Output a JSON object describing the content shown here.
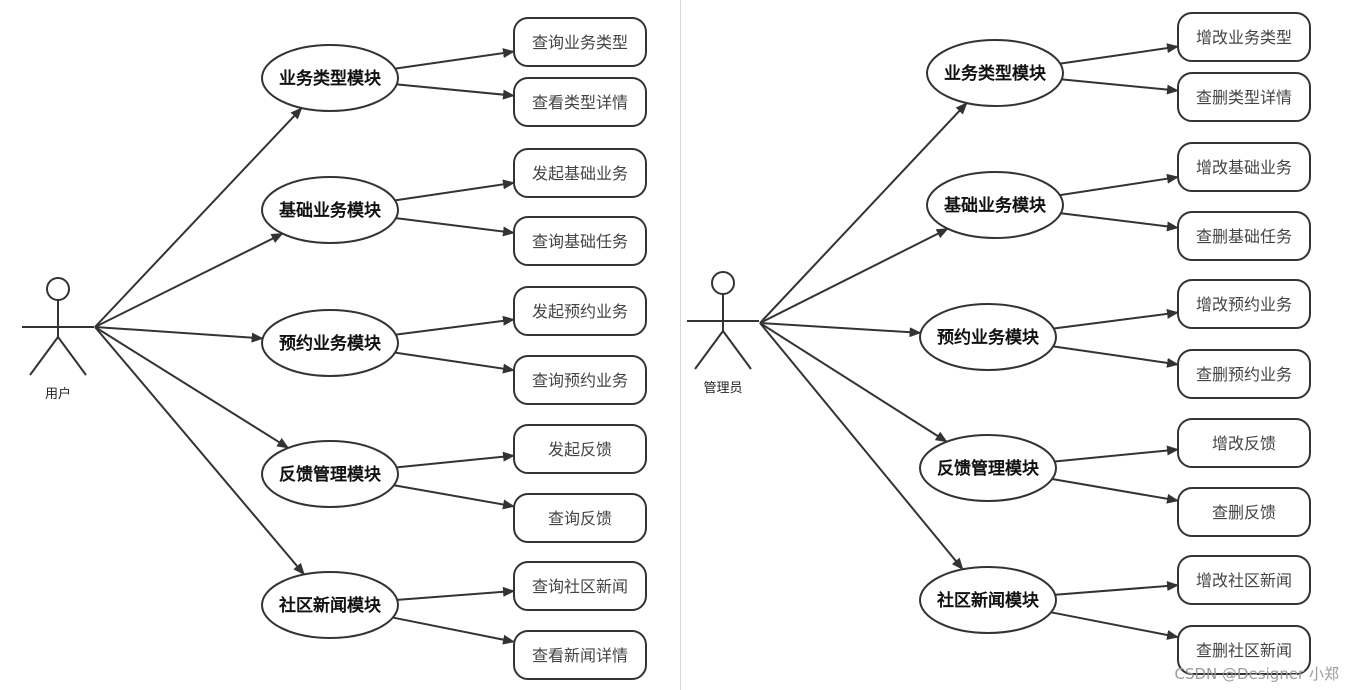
{
  "diagrams": [
    {
      "actor": "用户",
      "modules": [
        {
          "name": "业务类型模块",
          "children": [
            "查询业务类型",
            "查看类型详情"
          ]
        },
        {
          "name": "基础业务模块",
          "children": [
            "发起基础业务",
            "查询基础任务"
          ]
        },
        {
          "name": "预约业务模块",
          "children": [
            "发起预约业务",
            "查询预约业务"
          ]
        },
        {
          "name": "反馈管理模块",
          "children": [
            "发起反馈",
            "查询反馈"
          ]
        },
        {
          "name": "社区新闻模块",
          "children": [
            "查询社区新闻",
            "查看新闻详情"
          ]
        }
      ]
    },
    {
      "actor": "管理员",
      "modules": [
        {
          "name": "业务类型模块",
          "children": [
            "增改业务类型",
            "查删类型详情"
          ]
        },
        {
          "name": "基础业务模块",
          "children": [
            "增改基础业务",
            "查删基础任务"
          ]
        },
        {
          "name": "预约业务模块",
          "children": [
            "增改预约业务",
            "查删预约业务"
          ]
        },
        {
          "name": "反馈管理模块",
          "children": [
            "增改反馈",
            "查删反馈"
          ]
        },
        {
          "name": "社区新闻模块",
          "children": [
            "增改社区新闻",
            "查删社区新闻"
          ]
        }
      ]
    }
  ],
  "watermark": "CSDN @Designer 小郑",
  "colors": {
    "stroke": "#333333",
    "text": "#111111",
    "leaf_text": "#444444"
  }
}
